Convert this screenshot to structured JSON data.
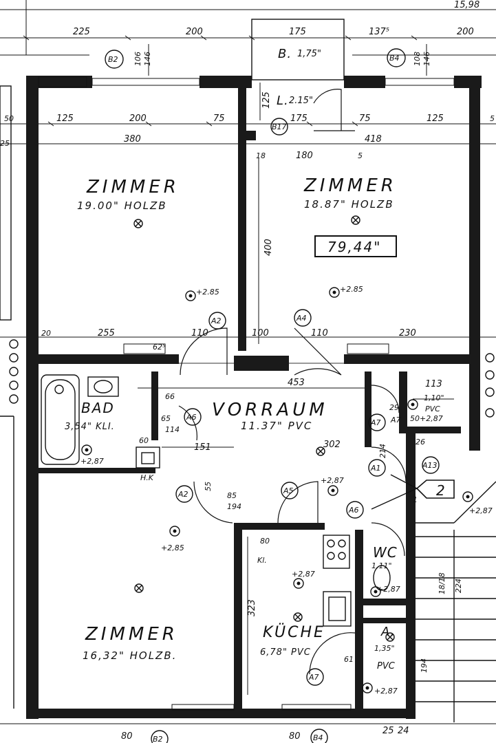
{
  "rooms": {
    "zimmer_top_left": {
      "name": "ZIMMER",
      "area": "19.00\" HOLZB"
    },
    "zimmer_top_right": {
      "name": "ZIMMER",
      "area": "18.87\" HOLZB"
    },
    "zimmer_bottom": {
      "name": "ZIMMER",
      "area": "16,32\" HOLZB."
    },
    "vorraum": {
      "name": "VORRAUM",
      "area": "11.37\" PVC"
    },
    "bad": {
      "name": "BAD",
      "area": "3,54\" KLI."
    },
    "kueche": {
      "name": "KÜCHE",
      "area": "6,78\" PVC"
    },
    "wc": {
      "name": "WC",
      "area": "1,11\""
    },
    "abstell": {
      "name": "A.",
      "area": "1,35\"",
      "floor": "PVC"
    },
    "balkon": {
      "name": "B.",
      "area": "1,75\""
    },
    "loggia": {
      "name": "L.",
      "area": "2.15\""
    },
    "closet_right": {
      "name": "",
      "area": "1,10\"",
      "floor": "PVC"
    }
  },
  "total_area": "79,44\"",
  "stair_number": "2",
  "top_total": "15,98",
  "dimensions": {
    "top_row": [
      "225",
      "200",
      "175",
      "137⁵",
      "200"
    ],
    "row2": [
      "125",
      "200",
      "75",
      "175",
      "75",
      "125"
    ],
    "row3": [
      "380",
      "418"
    ],
    "d180": "180",
    "d18": "18",
    "d5": "5",
    "d125": "125",
    "d400": "400",
    "d106_left": "106",
    "d146_left": "146",
    "d108_right": "108",
    "d146_right": "146",
    "row_mid": [
      "255",
      "110",
      "100",
      "110",
      "230"
    ],
    "d20": "20",
    "d62": "62⁵",
    "vorraum_width": "453",
    "d113": "113",
    "d66": "66",
    "d65": "65",
    "d114": "114",
    "d151": "151",
    "d302": "302",
    "d60": "60",
    "d323": "323",
    "d55": "55",
    "d85": "85",
    "d194": "194",
    "d80": "80",
    "d50": "50",
    "d29": "29",
    "d18_78": "18/18",
    "d224": "224",
    "d194b": "194",
    "d61": "61",
    "d26": "26",
    "d214": "214",
    "d1": "1",
    "bottom": [
      "80",
      "80",
      "25",
      "24"
    ]
  },
  "heights": [
    "+2.85",
    "+2.85",
    "+2,87",
    "+2,87",
    "+2,85",
    "+2,87",
    "+2,87",
    "+2,87",
    "+2,87",
    "+2,87"
  ],
  "door_tags": [
    "A2",
    "A4",
    "A6",
    "A2",
    "A5",
    "A7",
    "A1",
    "A6",
    "A7",
    "A13",
    "A7"
  ],
  "window_tags": [
    "B2",
    "B4",
    "B17",
    "B2",
    "B4"
  ],
  "side_tags": {
    "left_top": "50",
    "left_mid": "25",
    "right_top": "5"
  },
  "labels": {
    "hk": "H.K",
    "kl": "Kl."
  }
}
